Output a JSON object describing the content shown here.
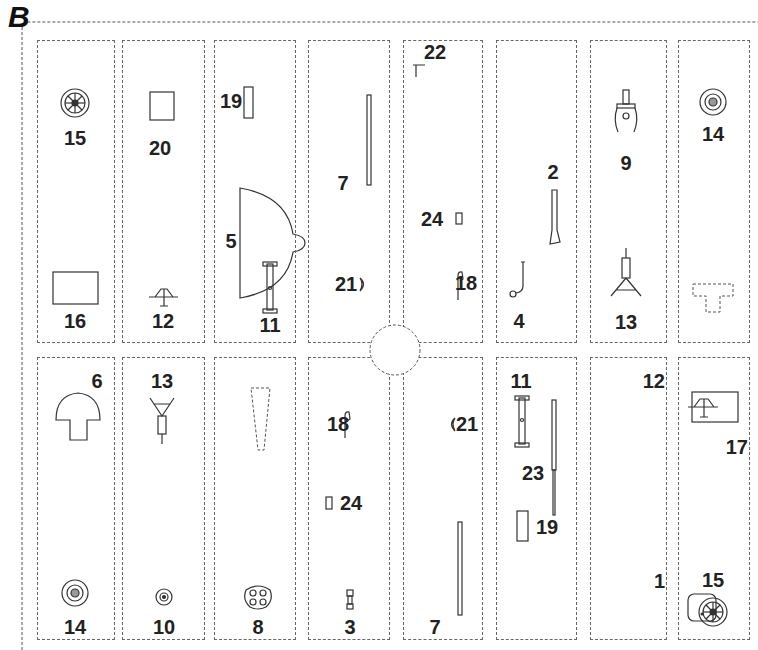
{
  "diagram": {
    "title": "B",
    "nodes": [
      {
        "text": [
          "15",
          "16"
        ]
      },
      {
        "text": [
          "20",
          "12"
        ]
      },
      {
        "text": [
          "19",
          "5",
          "11"
        ]
      },
      {
        "text": [
          "7",
          "21"
        ]
      },
      {
        "text": [
          "22",
          "24",
          "18"
        ]
      },
      {
        "text": [
          "2",
          "4"
        ]
      },
      {
        "text": [
          "9",
          "13"
        ]
      },
      {
        "text": [
          "14"
        ]
      },
      {
        "text": [
          "6",
          "14"
        ]
      },
      {
        "text": [
          "13",
          "10"
        ]
      },
      {
        "text": [
          "8"
        ]
      },
      {
        "text": [
          "18",
          "24",
          "3"
        ]
      },
      {
        "text": [
          "21",
          "7"
        ]
      },
      {
        "text": [
          "11",
          "23",
          "19"
        ]
      },
      {
        "text": [
          "12",
          "1"
        ]
      },
      {
        "text": [
          "17",
          "15"
        ]
      }
    ]
  }
}
